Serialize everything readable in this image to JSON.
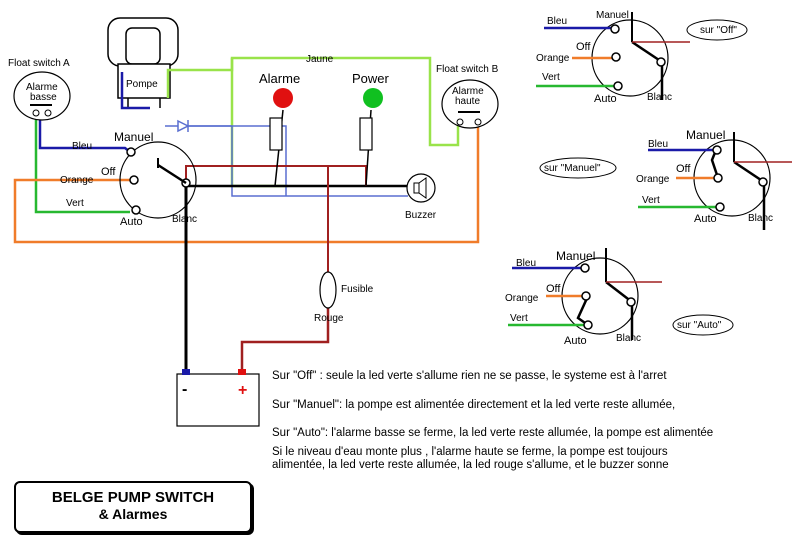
{
  "title": {
    "line1": "BELGE PUMP SWITCH",
    "line2": "& Alarmes"
  },
  "labels": {
    "pompe": "Pompe",
    "float_a": "Float switch A",
    "alarme_basse": [
      "Alarme",
      "basse"
    ],
    "float_b": "Float switch B",
    "alarme_haute": [
      "Alarme",
      "haute"
    ],
    "jaune": "Jaune",
    "alarme": "Alarme",
    "power": "Power",
    "buzzer": "Buzzer",
    "fusible": "Fusible",
    "rouge": "Rouge",
    "minus": "-",
    "plus": "+"
  },
  "switch_labels": {
    "manuel": "Manuel",
    "bleu": "Bleu",
    "off": "Off",
    "orange": "Orange",
    "vert": "Vert",
    "auto": "Auto",
    "blanc": "Blanc"
  },
  "states": {
    "off": "sur \"Off\"",
    "manuel": "sur \"Manuel\"",
    "auto": "sur \"Auto\""
  },
  "notes": [
    "Sur \"Off\" :  seule la led verte s'allume  rien ne se passe, le systeme est à l'arret",
    "Sur \"Manuel\": la pompe est alimentée directement et la led verte reste allumée,",
    "Sur \"Auto\": l'alarme basse se ferme, la led verte reste allumée, la pompe est alimentée",
    "Si le niveau d'eau monte plus , l'alarme haute se ferme, la pompe est toujours",
    "alimentée, la led verte reste allumée, la led rouge s'allume, et le buzzer sonne"
  ],
  "colors": {
    "bleu": "#1a1aa8",
    "orange": "#f07c2a",
    "vert": "#27b830",
    "rouge_wire": "#a02020",
    "jaune_wire": "#99e34a",
    "blue_thin": "#5a6fd0",
    "led_red": "#e01010",
    "led_green": "#10c020"
  }
}
